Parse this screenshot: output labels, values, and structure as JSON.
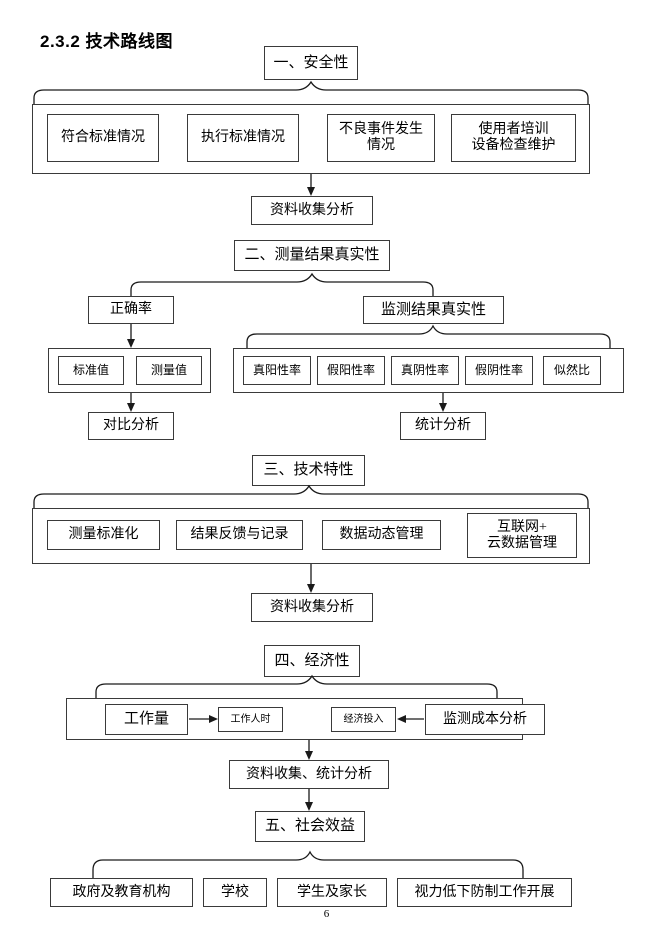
{
  "document": {
    "heading": "2.3.2 技术路线图",
    "page_number": "6"
  },
  "sections": [
    {
      "id": "safety",
      "header": "一、安全性",
      "items": [
        "符合标准情况",
        "执行标准情况",
        "不良事件发生\n情况",
        "使用者培训\n设备检查维护"
      ],
      "outcome": "资料收集分析"
    },
    {
      "id": "measurement-truth",
      "header": "二、测量结果真实性",
      "left_branch": {
        "label": "正确率",
        "items": [
          "标准值",
          "测量值"
        ],
        "outcome": "对比分析"
      },
      "right_branch": {
        "label": "监测结果真实性",
        "items": [
          "真阳性率",
          "假阳性率",
          "真阴性率",
          "假阴性率",
          "似然比"
        ],
        "outcome": "统计分析"
      }
    },
    {
      "id": "technical-features",
      "header": "三、技术特性",
      "items": [
        "测量标准化",
        "结果反馈与记录",
        "数据动态管理",
        "互联网+\n云数据管理"
      ],
      "outcome": "资料收集分析"
    },
    {
      "id": "economics",
      "header": "四、经济性",
      "items": [
        "工作量",
        "工作人时",
        "经济投入",
        "监测成本分析"
      ],
      "outcome": "资料收集、统计分析"
    },
    {
      "id": "social-benefit",
      "header": "五、社会效益",
      "items": [
        "政府及教育机构",
        "学校",
        "学生及家长",
        "视力低下防制工作开展"
      ]
    }
  ],
  "colors": {
    "stroke": "#3a3a3a",
    "arrow": "#1a1a1a",
    "background": "#ffffff",
    "text": "#000000"
  }
}
